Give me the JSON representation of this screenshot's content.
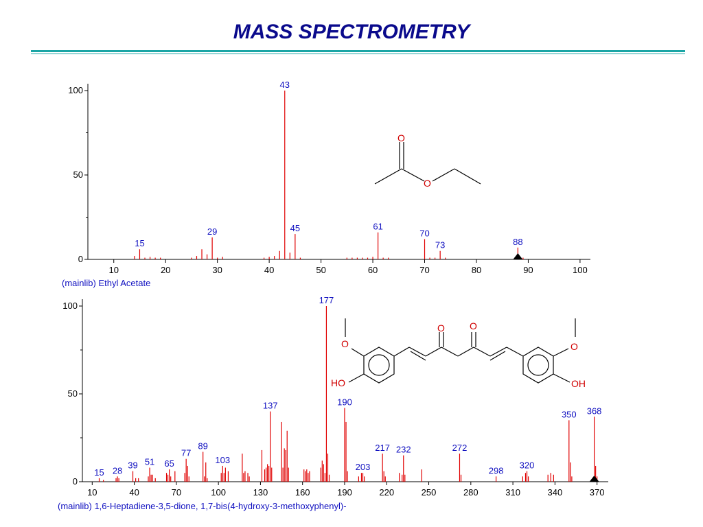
{
  "page": {
    "title": "MASS SPECTROMETRY"
  },
  "chart_data": [
    {
      "type": "bar",
      "caption": "(mainlib) Ethyl Acetate",
      "xlim": [
        5,
        102
      ],
      "ylim": [
        0,
        100
      ],
      "xticks": [
        10,
        20,
        30,
        40,
        50,
        60,
        70,
        80,
        90,
        100
      ],
      "yticks": [
        0,
        50,
        100
      ],
      "peaks": [
        [
          14,
          2
        ],
        [
          15,
          6
        ],
        [
          16,
          1
        ],
        [
          17,
          1.5
        ],
        [
          18,
          1
        ],
        [
          19,
          1
        ],
        [
          25,
          1
        ],
        [
          26,
          2
        ],
        [
          27,
          6
        ],
        [
          28,
          3
        ],
        [
          29,
          13
        ],
        [
          30,
          1
        ],
        [
          31,
          1.5
        ],
        [
          39,
          1
        ],
        [
          40,
          1.5
        ],
        [
          41,
          2
        ],
        [
          42,
          5
        ],
        [
          43,
          100
        ],
        [
          44,
          4
        ],
        [
          45,
          15
        ],
        [
          46,
          1
        ],
        [
          55,
          1
        ],
        [
          56,
          1
        ],
        [
          57,
          1
        ],
        [
          58,
          1
        ],
        [
          59,
          1
        ],
        [
          60,
          1.5
        ],
        [
          61,
          16
        ],
        [
          62,
          1
        ],
        [
          63,
          1
        ],
        [
          70,
          12
        ],
        [
          71,
          1
        ],
        [
          72,
          1
        ],
        [
          73,
          5
        ],
        [
          74,
          1
        ],
        [
          88,
          7
        ],
        [
          89,
          1
        ]
      ],
      "labeled_peaks": [
        15,
        29,
        43,
        45,
        61,
        70,
        73,
        88
      ],
      "molecular_ion": 88
    },
    {
      "type": "bar",
      "caption": "(mainlib) 1,6-Heptadiene-3,5-dione, 1,7-bis(4-hydroxy-3-methoxyphenyl)-",
      "xlim": [
        3,
        378
      ],
      "ylim": [
        0,
        100
      ],
      "xticks": [
        10,
        40,
        70,
        100,
        130,
        160,
        190,
        220,
        250,
        280,
        310,
        340,
        370
      ],
      "yticks": [
        0,
        50,
        100
      ],
      "peaks": [
        [
          15,
          2
        ],
        [
          18,
          1
        ],
        [
          27,
          2
        ],
        [
          28,
          3
        ],
        [
          29,
          2
        ],
        [
          39,
          6
        ],
        [
          41,
          2
        ],
        [
          43,
          2
        ],
        [
          50,
          3
        ],
        [
          51,
          8
        ],
        [
          52,
          4
        ],
        [
          53,
          4
        ],
        [
          55,
          2
        ],
        [
          63,
          5
        ],
        [
          64,
          4
        ],
        [
          65,
          7
        ],
        [
          66,
          3
        ],
        [
          69,
          6
        ],
        [
          76,
          5
        ],
        [
          77,
          13
        ],
        [
          78,
          9
        ],
        [
          79,
          3
        ],
        [
          89,
          17
        ],
        [
          90,
          3
        ],
        [
          91,
          11
        ],
        [
          92,
          2
        ],
        [
          102,
          5
        ],
        [
          103,
          9
        ],
        [
          104,
          5
        ],
        [
          105,
          8
        ],
        [
          107,
          6
        ],
        [
          117,
          16
        ],
        [
          118,
          5
        ],
        [
          119,
          6
        ],
        [
          121,
          5
        ],
        [
          122,
          3
        ],
        [
          131,
          18
        ],
        [
          133,
          7
        ],
        [
          134,
          8
        ],
        [
          135,
          10
        ],
        [
          136,
          9
        ],
        [
          137,
          40
        ],
        [
          138,
          8
        ],
        [
          145,
          34
        ],
        [
          146,
          8
        ],
        [
          147,
          19
        ],
        [
          148,
          18
        ],
        [
          149,
          29
        ],
        [
          150,
          8
        ],
        [
          161,
          7
        ],
        [
          162,
          6
        ],
        [
          163,
          7
        ],
        [
          164,
          5
        ],
        [
          165,
          6
        ],
        [
          173,
          8
        ],
        [
          174,
          12
        ],
        [
          175,
          10
        ],
        [
          176,
          5
        ],
        [
          177,
          100
        ],
        [
          178,
          16
        ],
        [
          179,
          4
        ],
        [
          190,
          42
        ],
        [
          191,
          34
        ],
        [
          192,
          6
        ],
        [
          200,
          3
        ],
        [
          202,
          5
        ],
        [
          203,
          5
        ],
        [
          204,
          3
        ],
        [
          217,
          16
        ],
        [
          218,
          6
        ],
        [
          219,
          3
        ],
        [
          229,
          5
        ],
        [
          231,
          4
        ],
        [
          232,
          15
        ],
        [
          233,
          4
        ],
        [
          245,
          7
        ],
        [
          272,
          16
        ],
        [
          273,
          4
        ],
        [
          298,
          3
        ],
        [
          317,
          3
        ],
        [
          319,
          5
        ],
        [
          320,
          6
        ],
        [
          321,
          3
        ],
        [
          335,
          4
        ],
        [
          337,
          5
        ],
        [
          339,
          4
        ],
        [
          350,
          35
        ],
        [
          351,
          11
        ],
        [
          352,
          3
        ],
        [
          368,
          37
        ],
        [
          369,
          9
        ],
        [
          370,
          3
        ]
      ],
      "labeled_peaks": [
        15,
        28,
        39,
        51,
        65,
        77,
        89,
        103,
        137,
        177,
        190,
        203,
        217,
        232,
        272,
        298,
        320,
        350,
        368
      ],
      "molecular_ion": 368
    }
  ]
}
